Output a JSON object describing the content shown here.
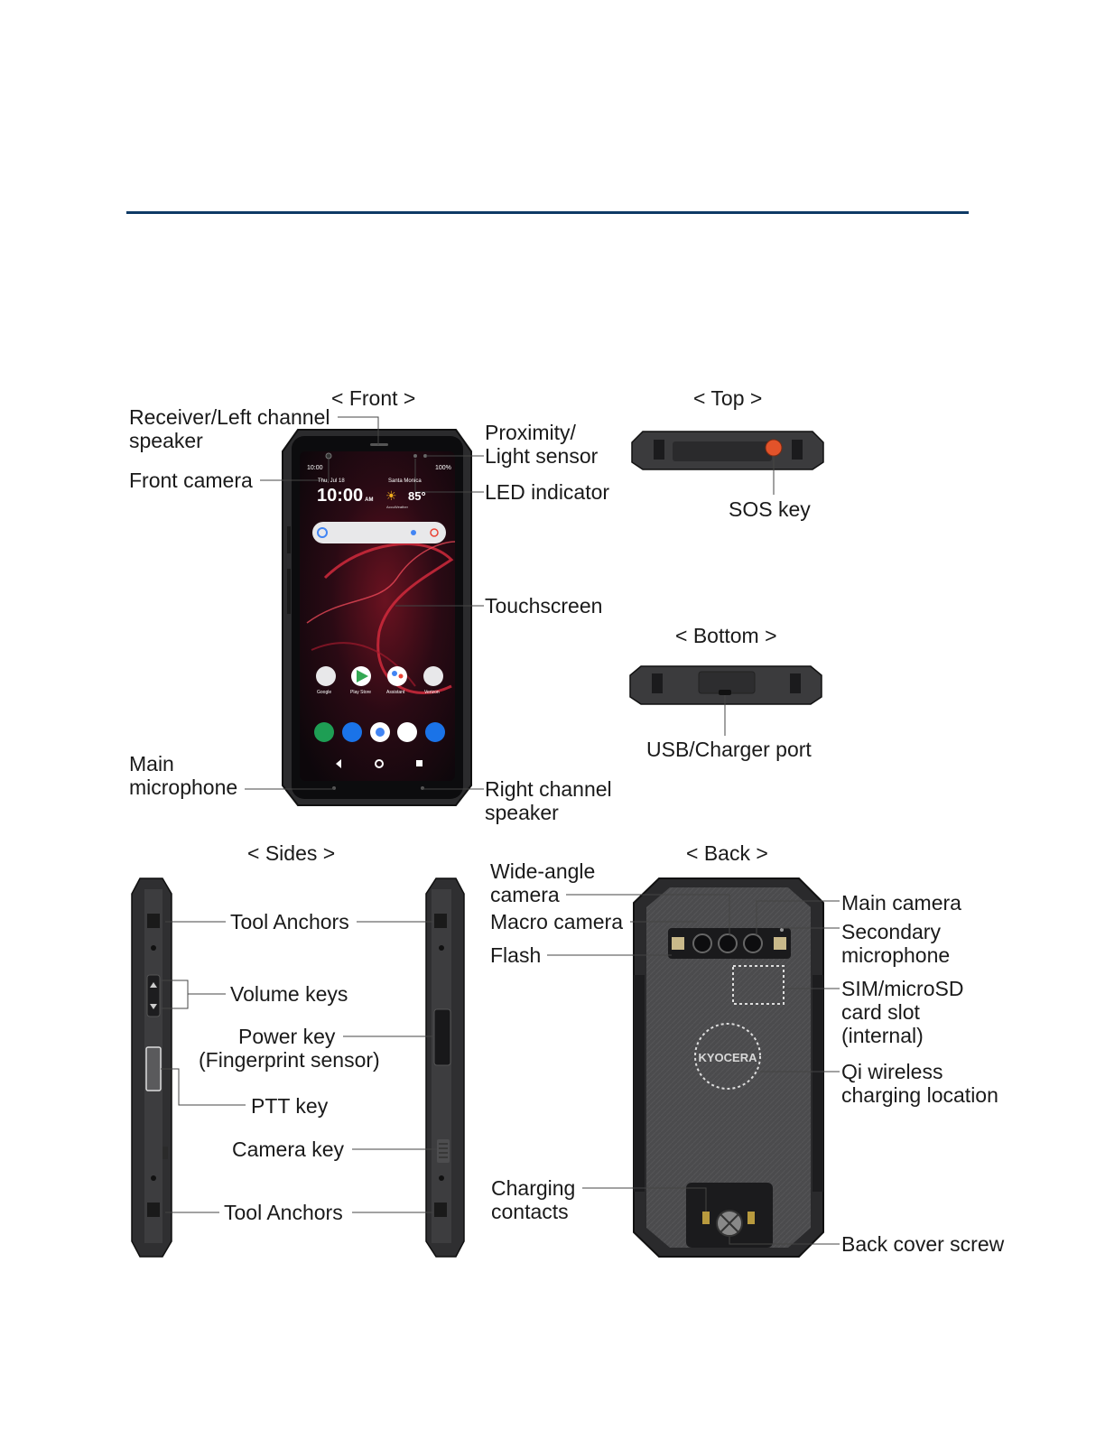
{
  "sections": {
    "front": "< Front >",
    "top": "< Top >",
    "bottom": "< Bottom >",
    "sides": "< Sides >",
    "back": "< Back >"
  },
  "front_labels": {
    "receiver_1": "Receiver/Left channel",
    "receiver_2": "speaker",
    "front_camera": "Front camera",
    "proximity_1": "Proximity/",
    "proximity_2": "Light sensor",
    "led": "LED indicator",
    "touchscreen": "Touchscreen",
    "main_mic_1": "Main",
    "main_mic_2": "microphone",
    "right_speaker_1": "Right channel",
    "right_speaker_2": "speaker"
  },
  "top_labels": {
    "sos": "SOS key"
  },
  "bottom_labels": {
    "usb": "USB/Charger port"
  },
  "side_labels": {
    "tool_anchors_top": "Tool Anchors",
    "volume": "Volume keys",
    "power_1": "Power key",
    "power_2": "(Fingerprint sensor)",
    "ptt": "PTT key",
    "camera_key": "Camera key",
    "tool_anchors_bottom": "Tool Anchors"
  },
  "back_labels": {
    "wide_1": "Wide-angle",
    "wide_2": "camera",
    "macro": "Macro camera",
    "flash": "Flash",
    "main_camera": "Main camera",
    "sec_mic_1": "Secondary",
    "sec_mic_2": "microphone",
    "sim_1": "SIM/microSD",
    "sim_2": "card slot",
    "sim_3": "(internal)",
    "qi_1": "Qi wireless",
    "qi_2": "charging location",
    "charging_1": "Charging",
    "charging_2": "contacts",
    "screw": "Back cover screw",
    "brand": "KYOCERA"
  },
  "phone_screen": {
    "status_time": "10:00",
    "status_battery": "100%",
    "date": "Thu, Jul 18",
    "clock": "10:00",
    "clock_ampm": "AM",
    "location": "Santa Monica",
    "temperature": "85°",
    "weather_source": "AccuWeather",
    "apps": [
      "Google",
      "Play Store",
      "Assistant",
      "Verizon"
    ]
  },
  "colors": {
    "rule": "#0e3a66",
    "phone_body": "#3a3a3c",
    "screen_bg": "#120a10",
    "wallpaper_accent": "#c8283a",
    "sos": "#e2532a"
  }
}
